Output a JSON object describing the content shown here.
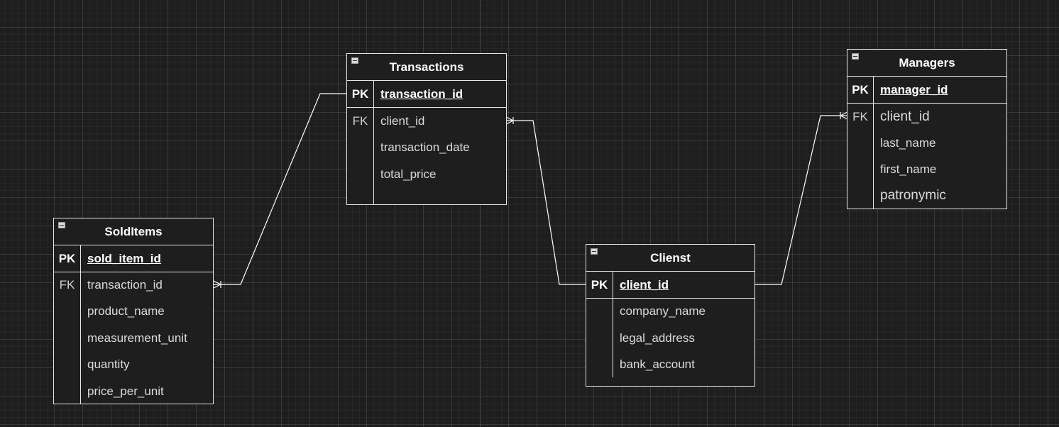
{
  "entities": [
    {
      "id": "transactions",
      "title": "Transactions",
      "pk": {
        "key": "PK",
        "field": "transaction_id"
      },
      "rows": [
        {
          "key": "FK",
          "field": "client_id"
        },
        {
          "key": "",
          "field": "transaction_date"
        },
        {
          "key": "",
          "field": "total_price"
        },
        {
          "key": "",
          "field": ""
        }
      ]
    },
    {
      "id": "managers",
      "title": "Managers",
      "pk": {
        "key": "PK",
        "field": "manager_id"
      },
      "rows": [
        {
          "key": "FK",
          "field": "client_id"
        },
        {
          "key": "",
          "field": "last_name"
        },
        {
          "key": "",
          "field": "first_name"
        },
        {
          "key": "",
          "field": "patronymic"
        }
      ]
    },
    {
      "id": "solditems",
      "title": "SoldItems",
      "pk": {
        "key": "PK",
        "field": "sold_item_id"
      },
      "rows": [
        {
          "key": "FK",
          "field": "transaction_id"
        },
        {
          "key": "",
          "field": "product_name"
        },
        {
          "key": "",
          "field": "measurement_unit"
        },
        {
          "key": "",
          "field": "quantity"
        },
        {
          "key": "",
          "field": "price_per_unit"
        }
      ]
    },
    {
      "id": "clients",
      "title": "Clienst",
      "pk": {
        "key": "PK",
        "field": "client_id"
      },
      "rows": [
        {
          "key": "",
          "field": "company_name"
        },
        {
          "key": "",
          "field": "legal_address"
        },
        {
          "key": "",
          "field": "bank_account"
        }
      ]
    }
  ],
  "relationships": [
    {
      "from": "solditems.transaction_id",
      "to": "transactions.transaction_id",
      "cardinality": "many-to-one"
    },
    {
      "from": "transactions.client_id",
      "to": "clients.client_id",
      "cardinality": "many-to-one"
    },
    {
      "from": "managers.client_id",
      "to": "clients.client_id",
      "cardinality": "many-to-one"
    }
  ]
}
